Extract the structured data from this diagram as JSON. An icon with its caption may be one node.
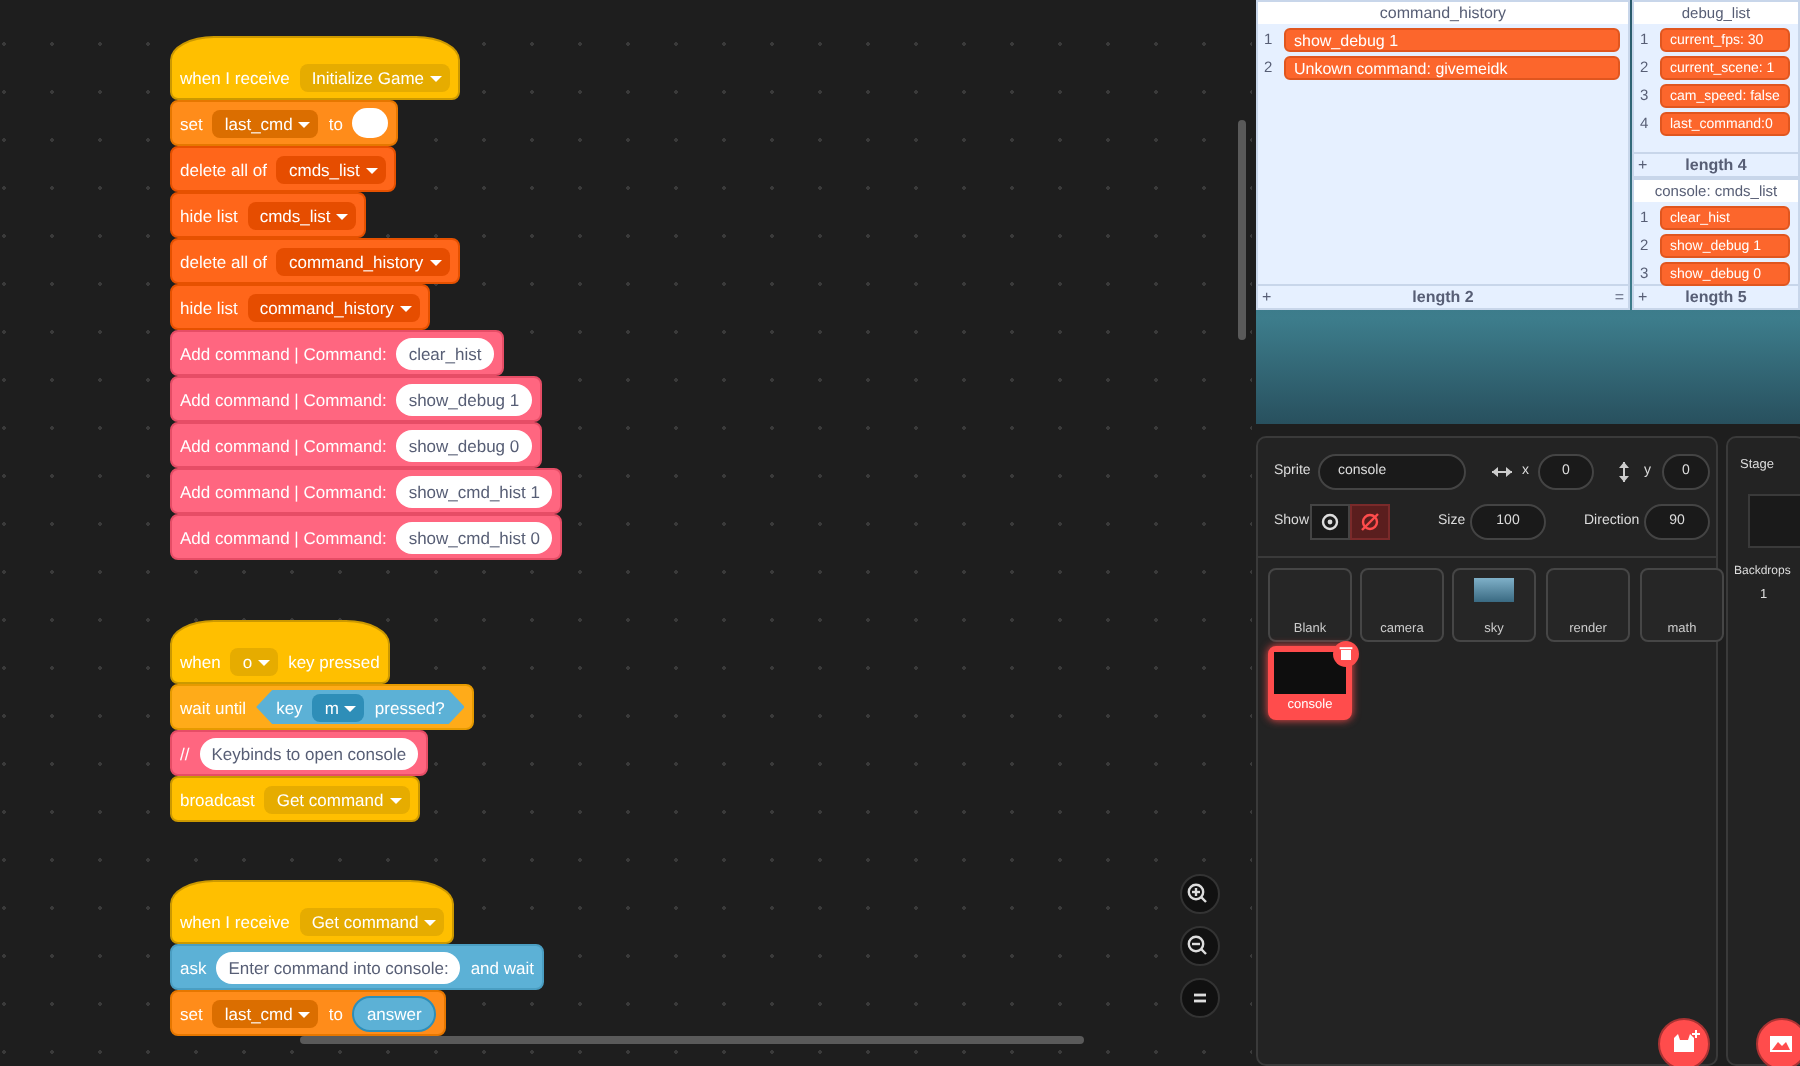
{
  "diagram": {
    "nodes": [
      {
        "text": [
          "when I receive",
          "Initialize Game"
        ]
      },
      {
        "text": [
          "set",
          "last_cmd",
          "to"
        ]
      },
      {
        "text": [
          "delete all of",
          "cmds_list"
        ]
      },
      {
        "text": [
          "hide list",
          "cmds_list"
        ]
      },
      {
        "text": [
          "delete all of",
          "command_history"
        ]
      },
      {
        "text": [
          "hide list",
          "command_history"
        ]
      },
      {
        "text": [
          "Add command | Command:",
          "clear_hist"
        ]
      },
      {
        "text": [
          "Add command | Command:",
          "show_debug 1"
        ]
      },
      {
        "text": [
          "Add command | Command:",
          "show_debug 0"
        ]
      },
      {
        "text": [
          "Add command | Command:",
          "show_cmd_hist 1"
        ]
      },
      {
        "text": [
          "Add command | Command:",
          "show_cmd_hist 0"
        ]
      },
      {
        "text": [
          "when",
          "o",
          "key pressed"
        ]
      },
      {
        "text": [
          "wait until",
          "key",
          "m",
          "pressed?"
        ]
      },
      {
        "text": [
          "//",
          "Keybinds to open console"
        ]
      },
      {
        "text": [
          "broadcast",
          "Get command"
        ]
      },
      {
        "text": [
          "when I receive",
          "Get command"
        ]
      },
      {
        "text": [
          "ask",
          "Enter command into console:",
          "and wait"
        ]
      },
      {
        "text": [
          "set",
          "last_cmd",
          "to",
          "answer"
        ]
      },
      {
        "text": [
          "command_history",
          "+",
          "length 2",
          "="
        ]
      },
      {
        "text": [
          "show_debug 1"
        ],
        "in": 18,
        "beside": [
          "1"
        ]
      },
      {
        "text": [
          "Unkown command: givemeidk"
        ],
        "in": 18,
        "beside": [
          "2"
        ]
      },
      {
        "text": [
          "debug_list",
          "+",
          "length 4"
        ]
      },
      {
        "text": [
          "current_fps: 30"
        ],
        "in": 21,
        "beside": [
          "1"
        ]
      },
      {
        "text": [
          "current_scene: 1"
        ],
        "in": 21,
        "beside": [
          "2"
        ]
      },
      {
        "text": [
          "cam_speed: false"
        ],
        "in": 21,
        "beside": [
          "3"
        ]
      },
      {
        "text": [
          "last_command:0"
        ],
        "in": 21,
        "beside": [
          "4"
        ]
      },
      {
        "text": [
          "console: cmds_list",
          "+",
          "length 5"
        ]
      },
      {
        "text": [
          "clear_hist"
        ],
        "in": 26,
        "beside": [
          "1"
        ]
      },
      {
        "text": [
          "show_debug 1"
        ],
        "in": 26,
        "beside": [
          "2"
        ]
      },
      {
        "text": [
          "show_debug 0"
        ],
        "in": 26,
        "beside": [
          "3"
        ]
      },
      {
        "text": [
          "console"
        ],
        "beside": [
          "Sprite"
        ]
      },
      {
        "text": [
          "0"
        ],
        "beside": [
          "x"
        ]
      },
      {
        "text": [
          "0"
        ],
        "beside": [
          "y"
        ]
      },
      {
        "text": [
          "100"
        ],
        "beside": [
          "Size"
        ]
      },
      {
        "text": [
          "90"
        ],
        "beside": [
          "Direction"
        ]
      },
      {
        "text": [
          "Blank"
        ]
      },
      {
        "text": [
          "camera"
        ]
      },
      {
        "text": [
          "sky"
        ]
      },
      {
        "text": [
          "render"
        ]
      },
      {
        "text": [
          "math"
        ]
      },
      {
        "text": [
          "console"
        ]
      }
    ],
    "edges": [],
    "labels": [
      "Show",
      "Stage",
      "Backdrops",
      "1"
    ]
  }
}
